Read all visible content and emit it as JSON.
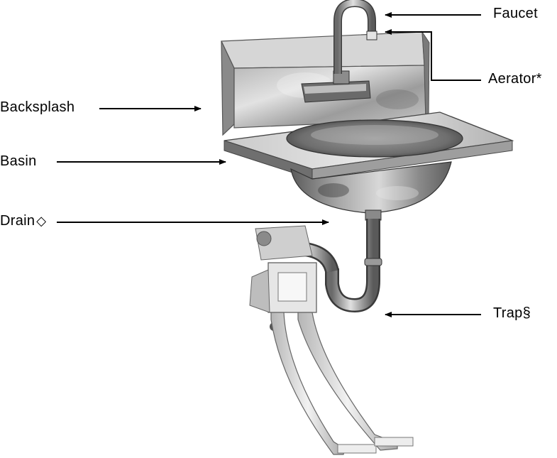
{
  "labels": {
    "faucet": "Faucet",
    "aerator": "Aerator*",
    "backsplash": "Backsplash",
    "basin": "Basin",
    "drain": "Drain",
    "drain_symbol": "◇",
    "trap": "Trap§"
  },
  "colors": {
    "steel_light": "#d4d4d4",
    "steel_mid": "#9a9a9a",
    "steel_dark": "#4a4a4a",
    "arrow": "#000000"
  }
}
